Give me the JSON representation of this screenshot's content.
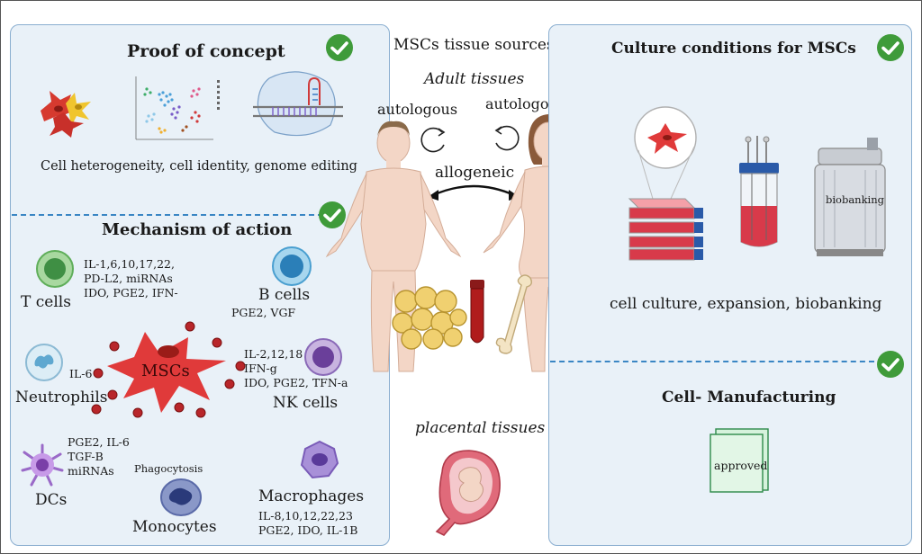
{
  "center": {
    "sources_title": "MSCs tissue sources",
    "adult_tissues": "Adult tissues",
    "autologous_left": "autologous",
    "autologous_right": "autologous",
    "allogeneic": "allogeneic",
    "placental_tissues": "placental tissues"
  },
  "left_panel": {
    "proof_title": "Proof of concept",
    "proof_caption": "Cell heterogeneity, cell identity, genome editing",
    "mechanism_title": "Mechanism of action",
    "t_cells": "T cells",
    "t_cells_factors": [
      "IL-1,6,10,17,22,",
      "PD-L2, miRNAs",
      "IDO, PGE2, IFN-"
    ],
    "b_cells": "B cells",
    "b_cells_factors": "PGE2, VGF",
    "neutrophils": "Neutrophils",
    "neutrophils_factor": "IL-6",
    "mscs": "MSCs",
    "nk_cells": "NK cells",
    "nk_factors": [
      "IL-2,12,18",
      "IFN-g",
      "IDO, PGE2, TFN-a"
    ],
    "dcs": "DCs",
    "dcs_factors": [
      "PGE2, IL-6",
      "TGF-B",
      "miRNAs"
    ],
    "phagocytosis": "Phagocytosis",
    "monocytes": "Monocytes",
    "macrophages": "Macrophages",
    "macrophage_factors": [
      "IL-8,10,12,22,23",
      "PGE2, IDO, IL-1B"
    ]
  },
  "right_panel": {
    "culture_title": "Culture conditions for MSCs",
    "biobanking_label": "biobanking",
    "culture_caption": "cell culture, expansion, biobanking",
    "manufacturing_title": "Cell- Manufacturing",
    "approved_label": "approved"
  },
  "colors": {
    "panel_fill": "#e9f1f8",
    "panel_border": "#8aaed0",
    "check_green": "#3f9b3a",
    "msc_red": "#e03a3a",
    "skin": "#f3d6c6",
    "dashed_blue": "#3a86c4"
  }
}
